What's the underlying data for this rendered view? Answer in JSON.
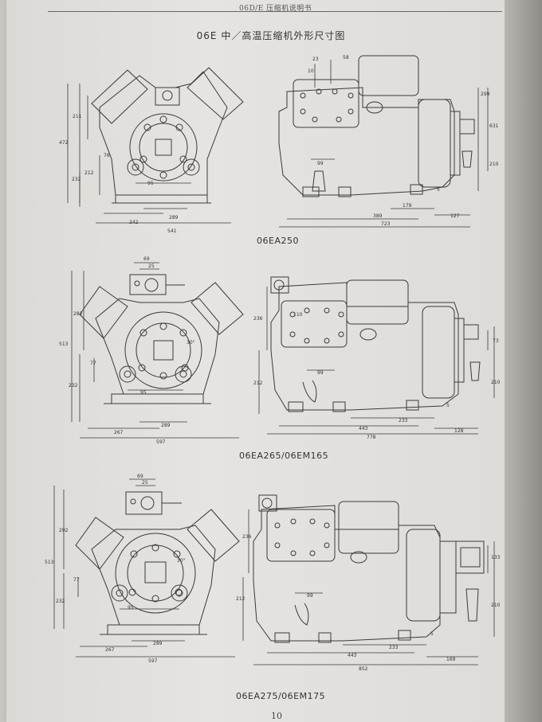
{
  "header": {
    "text": "06D/E 压缩机说明书"
  },
  "title": "06E 中／高温压缩机外形尺寸图",
  "page_number": "10",
  "drawings": [
    {
      "caption": "06EA250",
      "front_dims": [
        "211",
        "472",
        "212",
        "232",
        "76",
        "95",
        "289",
        "242",
        "541"
      ],
      "side_dims": [
        "23",
        "10",
        "58",
        "99",
        "179",
        "389",
        "723",
        "127",
        "5",
        "299",
        "631",
        "210"
      ]
    },
    {
      "caption": "06EA265/06EM165",
      "front_dims": [
        "69",
        "25",
        "282",
        "513",
        "77",
        "232",
        "95",
        "289",
        "267",
        "597",
        "30°"
      ],
      "side_dims": [
        "236",
        "110",
        "99",
        "212",
        "233",
        "443",
        "778",
        "128",
        "5",
        "73",
        "210"
      ]
    },
    {
      "caption": "06EA275/06EM175",
      "front_dims": [
        "69",
        "25",
        "292",
        "513",
        "77",
        "232",
        "95",
        "289",
        "267",
        "597",
        "30°"
      ],
      "side_dims": [
        "236",
        "99",
        "212",
        "233",
        "443",
        "852",
        "169",
        "5",
        "133",
        "210"
      ]
    }
  ]
}
